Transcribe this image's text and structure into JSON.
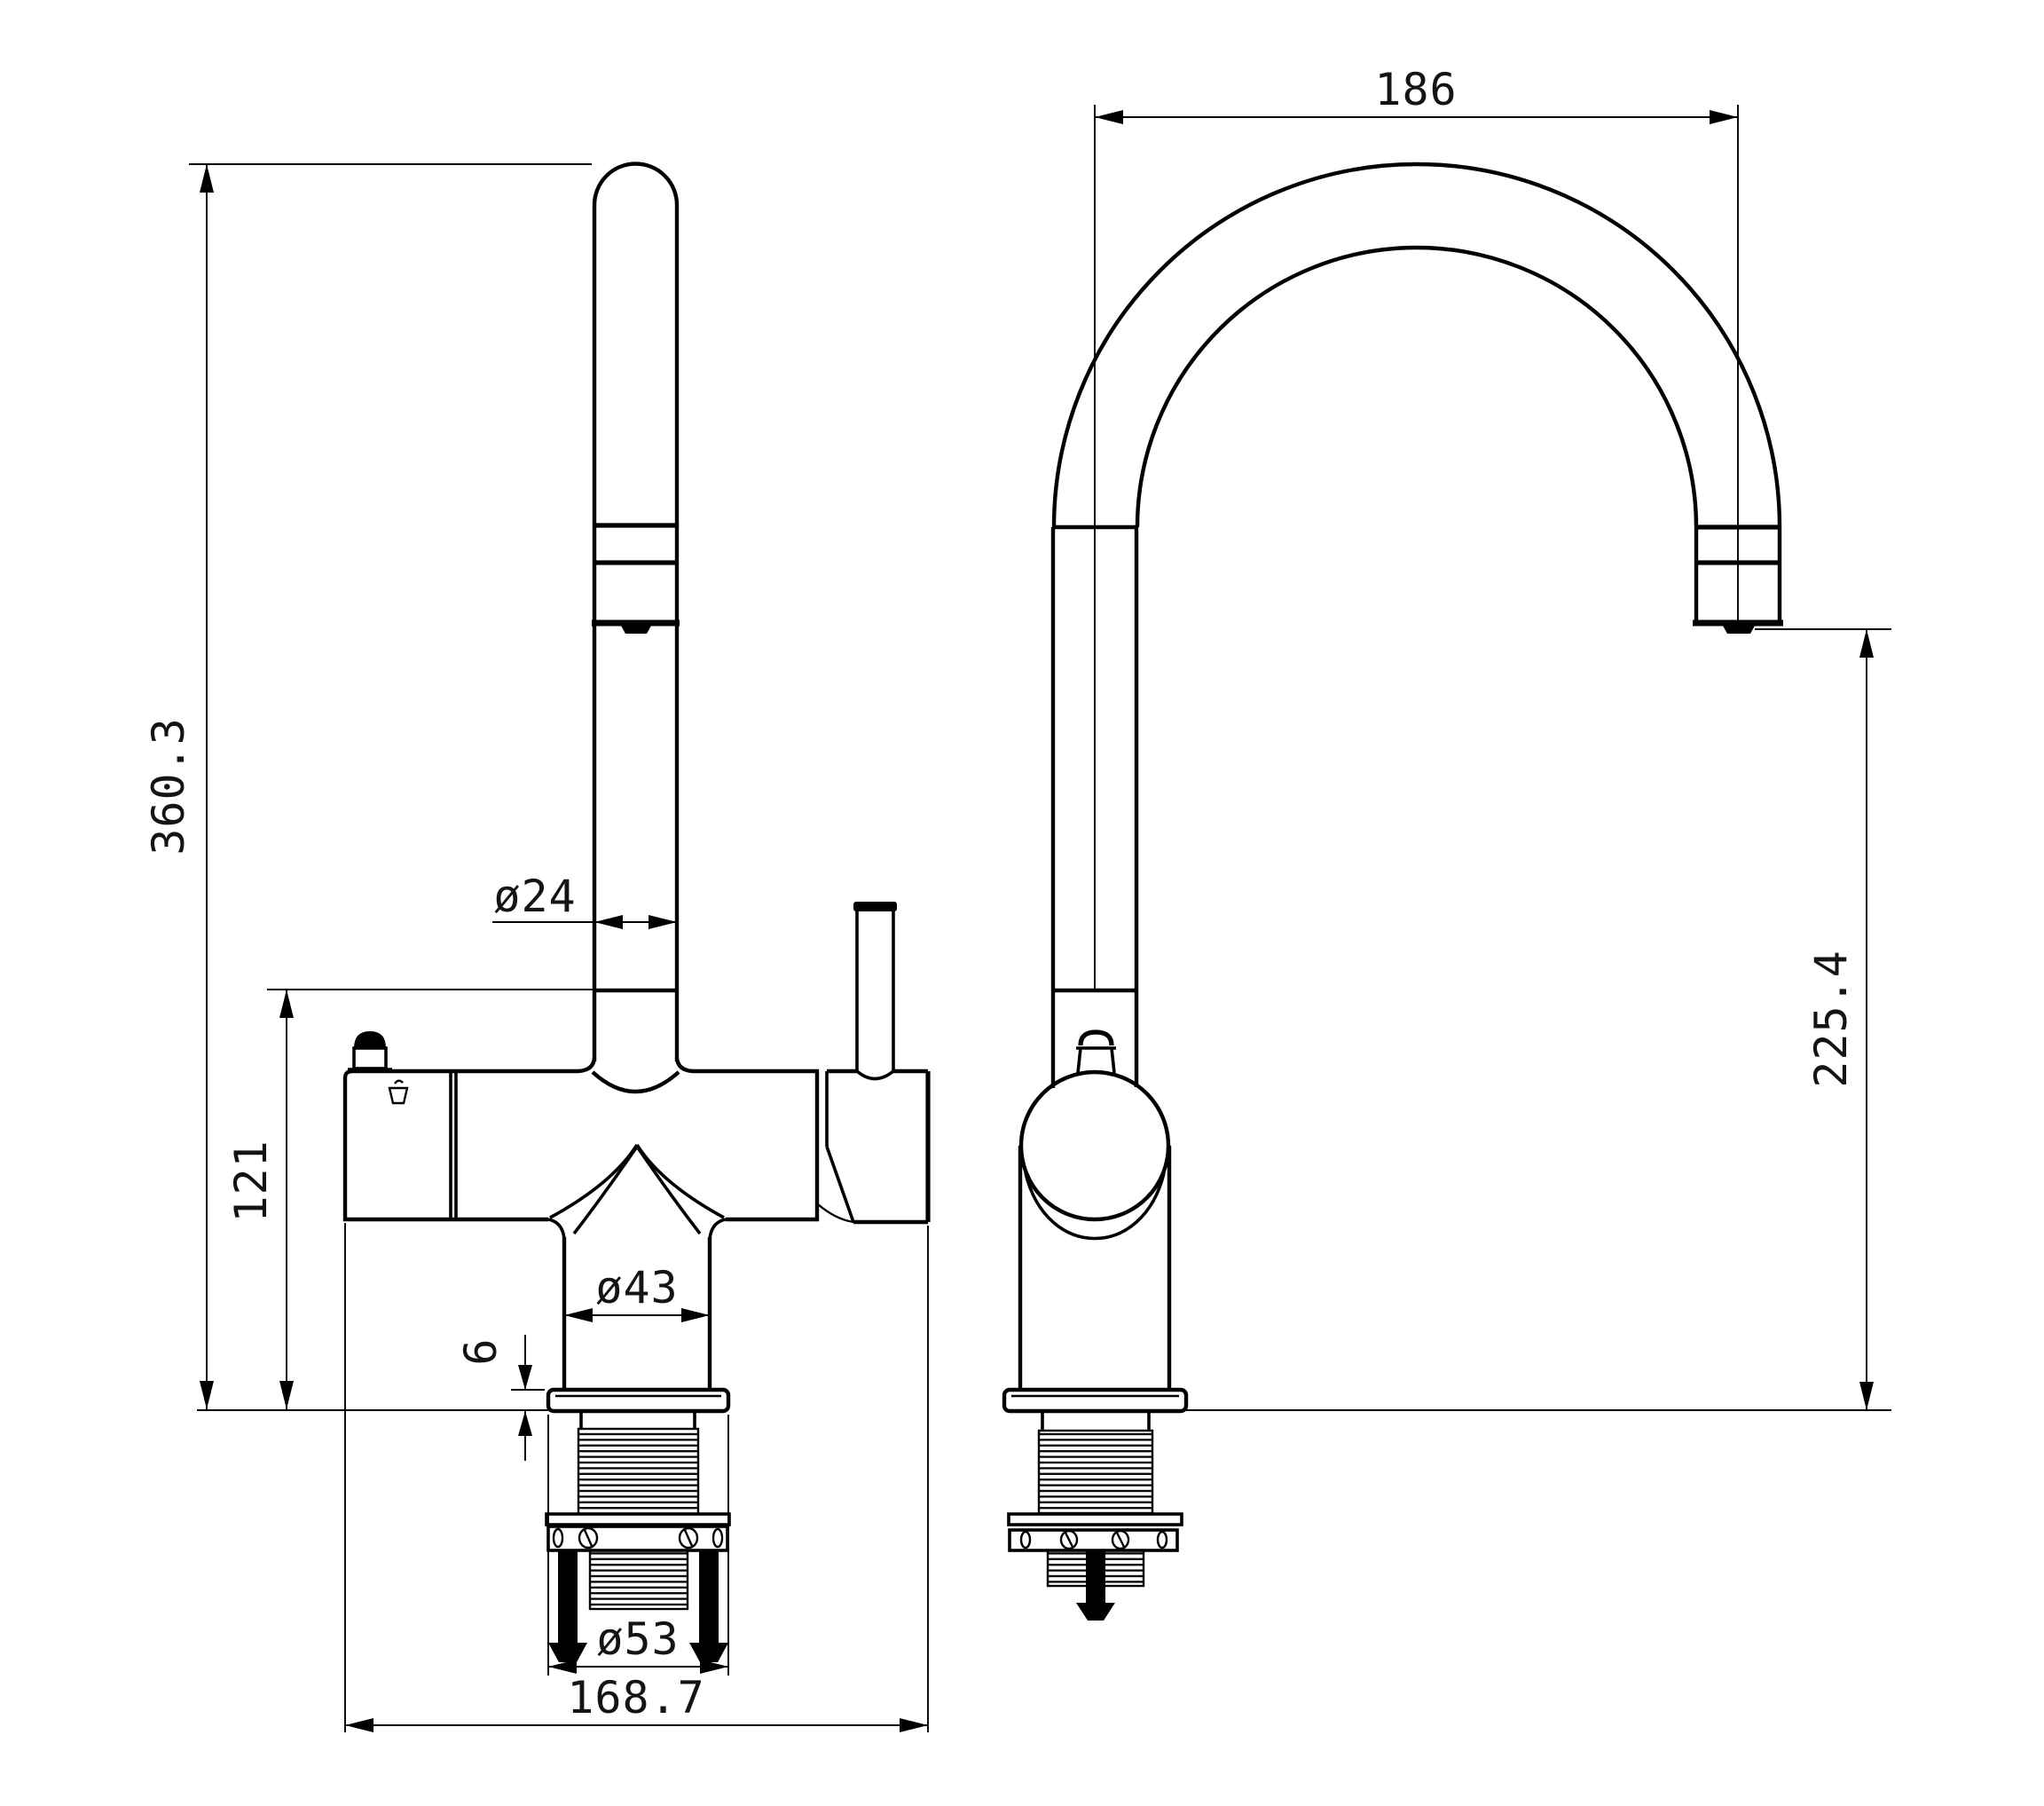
{
  "drawing": {
    "type": "technical-drawing",
    "subject": "kitchen mixer tap, front and side orthographic views with dimensions",
    "colors": {
      "line": "#000000",
      "background": "#ffffff"
    },
    "views": {
      "front": {
        "name": "front-view"
      },
      "side": {
        "name": "side-view"
      }
    },
    "dimensions": {
      "spout_reach": "186",
      "overall_height": "360.3",
      "body_height": "121",
      "spout_outlet_height": "225.4",
      "spout_tube_diameter": "ø24",
      "body_diameter": "ø43",
      "deck_thickness": "6",
      "base_plate_diameter": "ø53",
      "overall_width": "168.7"
    }
  }
}
